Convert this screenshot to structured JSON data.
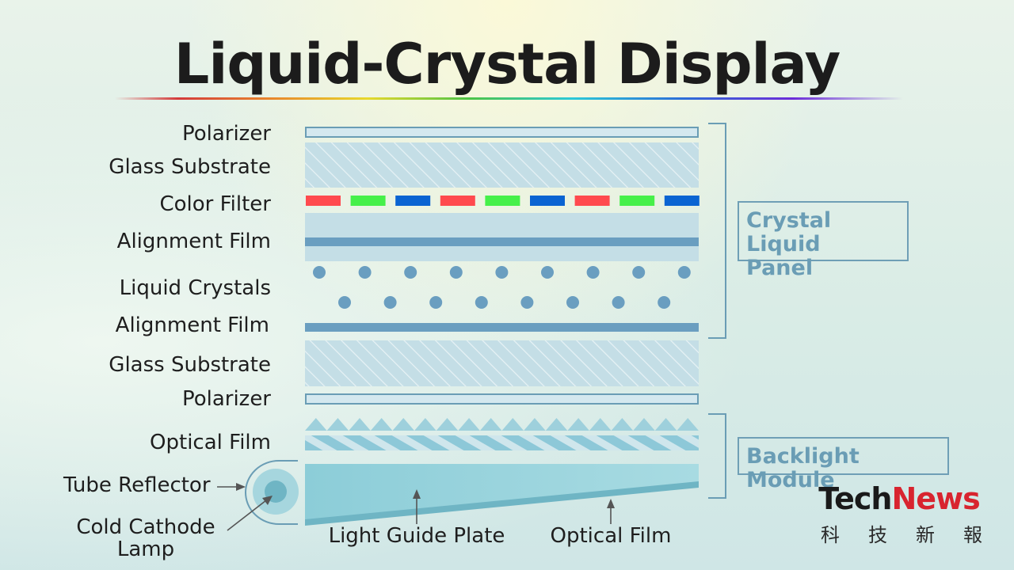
{
  "title": "Liquid-Crystal Display",
  "labels": {
    "polarizer_top": "Polarizer",
    "glass_substrate_top": "Glass Substrate",
    "color_filter": "Color Filter",
    "alignment_film_top": "Alignment Film",
    "liquid_crystals": "Liquid Crystals",
    "alignment_film_bottom": "Alignment Film",
    "glass_substrate_bottom": "Glass Substrate",
    "polarizer_bottom": "Polarizer",
    "optical_film_left": "Optical Film",
    "tube_reflector": "Tube Reflector",
    "cold_cathode_lamp_line1": "Cold Cathode",
    "cold_cathode_lamp_line2": "Lamp",
    "light_guide_plate": "Light Guide Plate",
    "optical_film_bottom": "Optical Film"
  },
  "groups": {
    "panel": {
      "line1": "Crystal Liquid",
      "line2": "Panel"
    },
    "backlight": {
      "line1": "Backlight Module"
    }
  },
  "color_filter_sequence": [
    "red",
    "green",
    "blue",
    "red",
    "green",
    "blue",
    "red",
    "green",
    "blue"
  ],
  "colors": {
    "red": "#ff4a4e",
    "green": "#46f04a",
    "blue": "#0a64d2",
    "layer_fill": "#c4dee6",
    "layer_stroke": "#6a9db5",
    "film_dark": "#6a9ec0",
    "crystal": "#6a9ec0",
    "accent_blue": "#6a9db5"
  },
  "logo": {
    "tech": "Tech",
    "news": "News",
    "sub": [
      "科",
      "技",
      "新",
      "報"
    ]
  }
}
